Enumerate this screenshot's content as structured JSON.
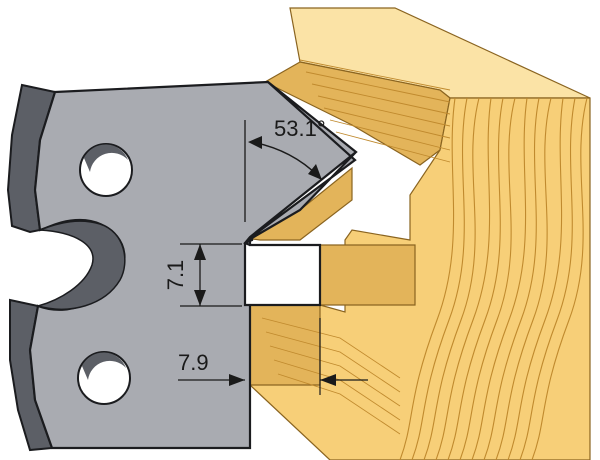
{
  "dimensions": {
    "angle": "53.1°",
    "groove_height": "7.1",
    "groove_depth": "7.9"
  },
  "colors": {
    "blade_face": "#a9abb1",
    "blade_side": "#5c5f66",
    "blade_outline": "#1b1c1f",
    "wood_face": "#f7cf78",
    "wood_top": "#fbe3a6",
    "wood_dark": "#e3b45a",
    "wood_grain": "#c08a2e",
    "dim_line": "#1a1a1a"
  },
  "icons": [
    "mounting-hole",
    "relief-notch"
  ]
}
